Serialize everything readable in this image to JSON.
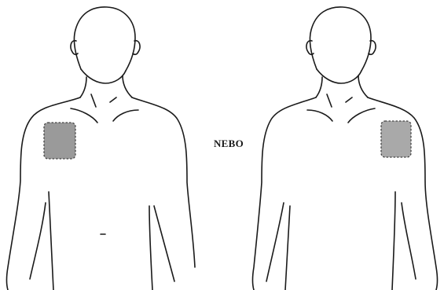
{
  "separator_text": "NEBO",
  "figures": [
    {
      "id": "left",
      "pad_side": "right-shoulder-of-person",
      "pad_color": "#9a9a9a"
    },
    {
      "id": "right",
      "pad_side": "left-shoulder-of-person",
      "pad_color": "#a9a9a9"
    }
  ]
}
